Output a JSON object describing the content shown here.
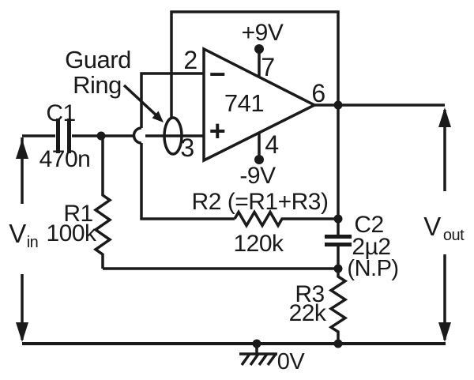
{
  "colors": {
    "ink": "#1a1a1a",
    "background": "#ffffff"
  },
  "annotations": {
    "guard_ring": {
      "line1": "Guard",
      "line2": "Ring"
    }
  },
  "opamp": {
    "name": "741",
    "inverting_symbol": "−",
    "noninverting_symbol": "+",
    "pins": {
      "inverting": "2",
      "noninverting": "3",
      "positive_supply": "7",
      "negative_supply": "4",
      "output": "6"
    },
    "supplies": {
      "positive": "+9V",
      "negative": "-9V"
    }
  },
  "components": {
    "c1": {
      "ref": "C1",
      "value": "470n"
    },
    "r1": {
      "ref": "R1",
      "value": "100k"
    },
    "r2": {
      "label": "R2 (=R1+R3)",
      "value": "120k"
    },
    "c2": {
      "ref": "C2",
      "value": "2µ2",
      "note": "(N.P)"
    },
    "r3": {
      "ref": "R3",
      "value": "22k"
    }
  },
  "ports": {
    "input": {
      "symbol": "V",
      "subscript": "in"
    },
    "output": {
      "symbol": "V",
      "subscript": "out"
    },
    "ground": "0V"
  }
}
